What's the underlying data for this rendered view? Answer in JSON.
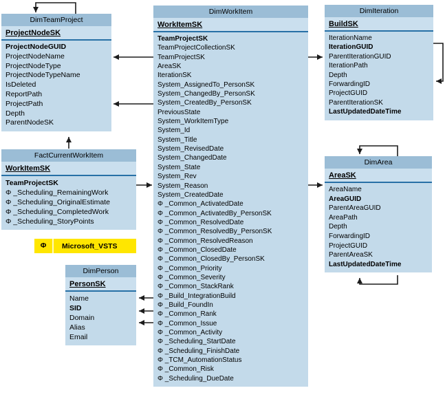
{
  "theme": {
    "header-bg": "#9BBDD6",
    "key-bg": "#CADFEE",
    "body-bg": "#C3DAEA",
    "divider": "#2770A6",
    "line": "#1C1C1C",
    "legend-bg": "#FFE600",
    "text": "#000000"
  },
  "legend": {
    "phi": "Φ",
    "label": "Microsoft_VSTS"
  },
  "tables": [
    {
      "id": "dimteamproject",
      "title": "DimTeamProject",
      "key": "ProjectNodeSK",
      "fields": [
        {
          "label": "ProjectNodeGUID",
          "bold": true
        },
        {
          "label": "ProjectNodeName",
          "bold": false
        },
        {
          "label": "ProjectNodeType",
          "bold": false
        },
        {
          "label": "ProjectNodeTypeName",
          "bold": false
        },
        {
          "label": "IsDeleted",
          "bold": false
        },
        {
          "label": "ReportPath",
          "bold": false
        },
        {
          "label": "ProjectPath",
          "bold": false
        },
        {
          "label": "Depth",
          "bold": false
        },
        {
          "label": "ParentNodeSK",
          "bold": false
        }
      ]
    },
    {
      "id": "factcurrentworkitem",
      "title": "FactCurrentWorkItem",
      "key": "WorkItemSK",
      "fields": [
        {
          "label": "TeamProjectSK",
          "bold": true
        },
        {
          "label": "Φ _Scheduling_RemainingWork",
          "bold": false
        },
        {
          "label": "Φ _Scheduling_OriginalEstimate",
          "bold": false
        },
        {
          "label": "Φ _Scheduling_CompletedWork",
          "bold": false
        },
        {
          "label": "Φ _Scheduling_StoryPoints",
          "bold": false
        }
      ]
    },
    {
      "id": "dimperson",
      "title": "DimPerson",
      "key": "PersonSK",
      "fields": [
        {
          "label": "Name",
          "bold": false
        },
        {
          "label": "SID",
          "bold": true
        },
        {
          "label": "Domain",
          "bold": false
        },
        {
          "label": "Alias",
          "bold": false
        },
        {
          "label": "Email",
          "bold": false
        }
      ]
    },
    {
      "id": "dimworkitem",
      "title": "DimWorkItem",
      "key": "WorkItemSK",
      "fields": [
        {
          "label": "TeamProjectSK",
          "bold": true
        },
        {
          "label": "TeamProjectCollectionSK",
          "bold": false
        },
        {
          "label": "TeamProjectSK",
          "bold": false
        },
        {
          "label": "AreaSK",
          "bold": false
        },
        {
          "label": "IterationSK",
          "bold": false
        },
        {
          "label": "System_AssignedTo_PersonSK",
          "bold": false
        },
        {
          "label": "System_ChangedBy_PersonSK",
          "bold": false
        },
        {
          "label": "System_CreatedBy_PersonSK",
          "bold": false
        },
        {
          "label": "PreviousState",
          "bold": false
        },
        {
          "label": "System_WorkItemType",
          "bold": false
        },
        {
          "label": "System_Id",
          "bold": false
        },
        {
          "label": "System_Title",
          "bold": false
        },
        {
          "label": "System_RevisedDate",
          "bold": false
        },
        {
          "label": "System_ChangedDate",
          "bold": false
        },
        {
          "label": "System_State",
          "bold": false
        },
        {
          "label": "System_Rev",
          "bold": false
        },
        {
          "label": "System_Reason",
          "bold": false
        },
        {
          "label": "System_CreatedDate",
          "bold": false
        },
        {
          "label": "Φ _Common_ActivatedDate",
          "bold": false
        },
        {
          "label": "Φ _Common_ActivatedBy_PersonSK",
          "bold": false
        },
        {
          "label": "Φ _Common_ResolvedDate",
          "bold": false
        },
        {
          "label": "Φ _Common_ResolvedBy_PersonSK",
          "bold": false
        },
        {
          "label": "Φ _Common_ResolvedReason",
          "bold": false
        },
        {
          "label": "Φ _Common_ClosedDate",
          "bold": false
        },
        {
          "label": "Φ _Common_ClosedBy_PersonSK",
          "bold": false
        },
        {
          "label": "Φ _Common_Priority",
          "bold": false
        },
        {
          "label": "Φ _Common_Severity",
          "bold": false
        },
        {
          "label": "Φ _Common_StackRank",
          "bold": false
        },
        {
          "label": "Φ _Build_IntegrationBuild",
          "bold": false
        },
        {
          "label": "Φ _Build_FoundIn",
          "bold": false
        },
        {
          "label": "Φ _Common_Rank",
          "bold": false
        },
        {
          "label": "Φ _Common_Issue",
          "bold": false
        },
        {
          "label": "Φ _Common_Activity",
          "bold": false
        },
        {
          "label": "Φ _Scheduling_StartDate",
          "bold": false
        },
        {
          "label": "Φ _Scheduling_FinishDate",
          "bold": false
        },
        {
          "label": "Φ _TCM_AutomationStatus",
          "bold": false
        },
        {
          "label": "Φ _Common_Risk",
          "bold": false
        },
        {
          "label": "Φ _Scheduling_DueDate",
          "bold": false
        }
      ]
    },
    {
      "id": "dimiteration",
      "title": "DimIteration",
      "key": "BuildSK",
      "fields": [
        {
          "label": "IterationName",
          "bold": false
        },
        {
          "label": "IterationGUID",
          "bold": true
        },
        {
          "label": "ParentIterationGUID",
          "bold": false
        },
        {
          "label": "IterationPath",
          "bold": false
        },
        {
          "label": "Depth",
          "bold": false
        },
        {
          "label": "ForwardingID",
          "bold": false
        },
        {
          "label": "ProjectGUID",
          "bold": false
        },
        {
          "label": "ParentIterationSK",
          "bold": false
        },
        {
          "label": "LastUpdatedDateTime",
          "bold": true
        }
      ]
    },
    {
      "id": "dimarea",
      "title": "DimArea",
      "key": "AreaSK",
      "fields": [
        {
          "label": "AreaName",
          "bold": false
        },
        {
          "label": "AreaGUID",
          "bold": true
        },
        {
          "label": "ParentAreaGUID",
          "bold": false
        },
        {
          "label": "AreaPath",
          "bold": false
        },
        {
          "label": "Depth",
          "bold": false
        },
        {
          "label": "ForwardingID",
          "bold": false
        },
        {
          "label": "ProjectGUID",
          "bold": false
        },
        {
          "label": "ParentAreaSK",
          "bold": false
        },
        {
          "label": "LastUpdatedDateTime",
          "bold": true
        }
      ]
    }
  ]
}
